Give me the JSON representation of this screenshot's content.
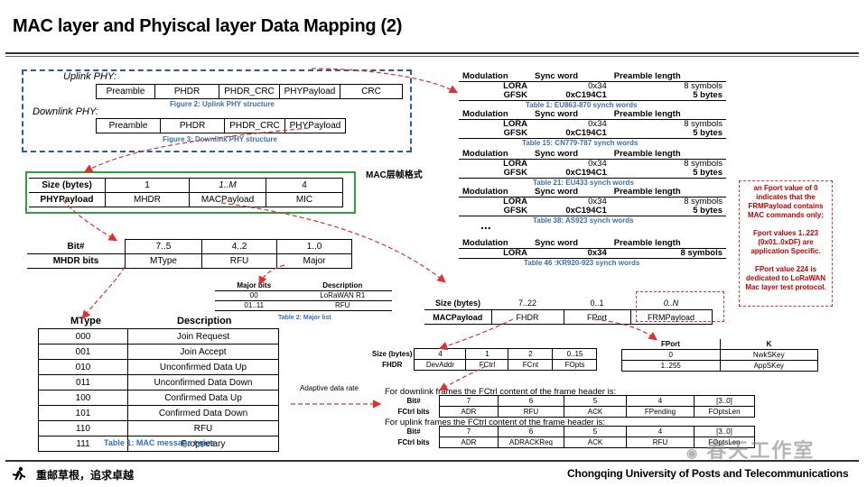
{
  "title": "MAC layer and Phyiscal layer Data Mapping (2)",
  "uplink": {
    "label": "Uplink PHY:",
    "fields": [
      "Preamble",
      "PHDR",
      "PHDR_CRC",
      "PHYPayload",
      "CRC"
    ],
    "caption": "Figure 2: Uplink PHY structure"
  },
  "downlink": {
    "label": "Downlink PHY:",
    "fields": [
      "Preamble",
      "PHDR",
      "PHDR_CRC",
      "PHYPayload"
    ],
    "caption": "Figure 3: Downlink PHY structure"
  },
  "mac_label": "MAC层帧格式",
  "phypayload_table": {
    "row1": [
      "Size (bytes)",
      "1",
      "1..M",
      "4"
    ],
    "row2": [
      "PHYPayload",
      "MHDR",
      "MACPayload",
      "MIC"
    ]
  },
  "mhdr_table": {
    "row1": [
      "Bit#",
      "7..5",
      "4..2",
      "1..0"
    ],
    "row2": [
      "MHDR bits",
      "MType",
      "RFU",
      "Major"
    ]
  },
  "major_table": {
    "headers": [
      "Major bits",
      "Description"
    ],
    "rows": [
      [
        "00",
        "LoRaWAN R1"
      ],
      [
        "01..11",
        "RFU"
      ]
    ],
    "caption": "Table 2: Major list"
  },
  "mtype_table": {
    "headers": [
      "MType",
      "Description"
    ],
    "rows": [
      [
        "000",
        "Join Request"
      ],
      [
        "001",
        "Join Accept"
      ],
      [
        "010",
        "Unconfirmed Data Up"
      ],
      [
        "011",
        "Unconfirmed Data Down"
      ],
      [
        "100",
        "Confirmed Data Up"
      ],
      [
        "101",
        "Confirmed Data Down"
      ],
      [
        "110",
        "RFU"
      ],
      [
        "111",
        "Proprietary"
      ]
    ],
    "caption": "Table 1: MAC message types"
  },
  "sync_tables": [
    {
      "headers": [
        "Modulation",
        "Sync word",
        "Preamble length"
      ],
      "rows": [
        [
          "LORA",
          "0x34",
          "8 symbols"
        ],
        [
          "GFSK",
          "0xC194C1",
          "5 bytes"
        ]
      ],
      "caption": "Table 1: EU863-870 synch words"
    },
    {
      "headers": [
        "Modulation",
        "Sync word",
        "Preamble length"
      ],
      "rows": [
        [
          "LORA",
          "0x34",
          "8 symbols"
        ],
        [
          "GFSK",
          "0xC194C1",
          "5 bytes"
        ]
      ],
      "caption": "Table 15: CN779-787  synch words"
    },
    {
      "headers": [
        "Modulation",
        "Sync word",
        "Preamble length"
      ],
      "rows": [
        [
          "LORA",
          "0x34",
          "8 symbols"
        ],
        [
          "GFSK",
          "0xC194C1",
          "5 bytes"
        ]
      ],
      "caption": "Table 21: EU433 synch words"
    },
    {
      "headers": [
        "Modulation",
        "Sync word",
        "Preamble length"
      ],
      "rows": [
        [
          "LORA",
          "0x34",
          "8 symbols"
        ],
        [
          "GFSK",
          "0xC194C1",
          "5 bytes"
        ]
      ],
      "caption": "Table 38: AS923 synch words"
    },
    {
      "headers": [
        "Modulation",
        "Sync word",
        "Preamble length"
      ],
      "rows": [
        [
          "LORA",
          "0x34",
          "8 symbols"
        ]
      ],
      "caption": "Table 46 :KR920-923 synch words"
    }
  ],
  "ellipsis": "...",
  "fport_note": {
    "p1": "an Fport value of 0 indicates that the FRMPayload contains MAC commands only;",
    "p2": "Fport values 1..223 (0x01..0xDF) are application Specific.",
    "p3": "FPort value 224 is dedicated to LoRaWAN Mac layer test protocol."
  },
  "macpayload_table": {
    "row1": [
      "Size (bytes)",
      "7..22",
      "0..1",
      "0..N"
    ],
    "row2": [
      "MACPayload",
      "FHDR",
      "FPort",
      "FRMPayload"
    ]
  },
  "fhdr_table": {
    "row1": [
      "Size (bytes)",
      "4",
      "1",
      "2",
      "0..15"
    ],
    "row2": [
      "FHDR",
      "DevAddr",
      "FCtrl",
      "FCnt",
      "FOpts"
    ]
  },
  "fport_table": {
    "headers": [
      "FPort",
      "K"
    ],
    "rows": [
      [
        "0",
        "NwkSKey"
      ],
      [
        "1..255",
        "AppSKey"
      ]
    ]
  },
  "adr_label": "Adaptive data rate",
  "downlink_fctrl": {
    "intro": "For downlink frames the FCtrl content of the frame header is:",
    "row1": [
      "Bit#",
      "7",
      "6",
      "5",
      "4",
      "[3..0]"
    ],
    "row2": [
      "FCtrl bits",
      "ADR",
      "RFU",
      "ACK",
      "FPending",
      "FOptsLen"
    ]
  },
  "uplink_fctrl": {
    "intro": "For uplink frames the FCtrl content of the frame header is:",
    "row1": [
      "Bit#",
      "7",
      "6",
      "5",
      "4",
      "[3..0]"
    ],
    "row2": [
      "FCtrl bits",
      "ADR",
      "ADRACKReq",
      "ACK",
      "RFU",
      "FOptsLen"
    ]
  },
  "watermark": "春天工作室",
  "footer": {
    "motto": "重邮草根，追求卓越",
    "university": "Chongqing University of Posts and Telecommunications"
  }
}
